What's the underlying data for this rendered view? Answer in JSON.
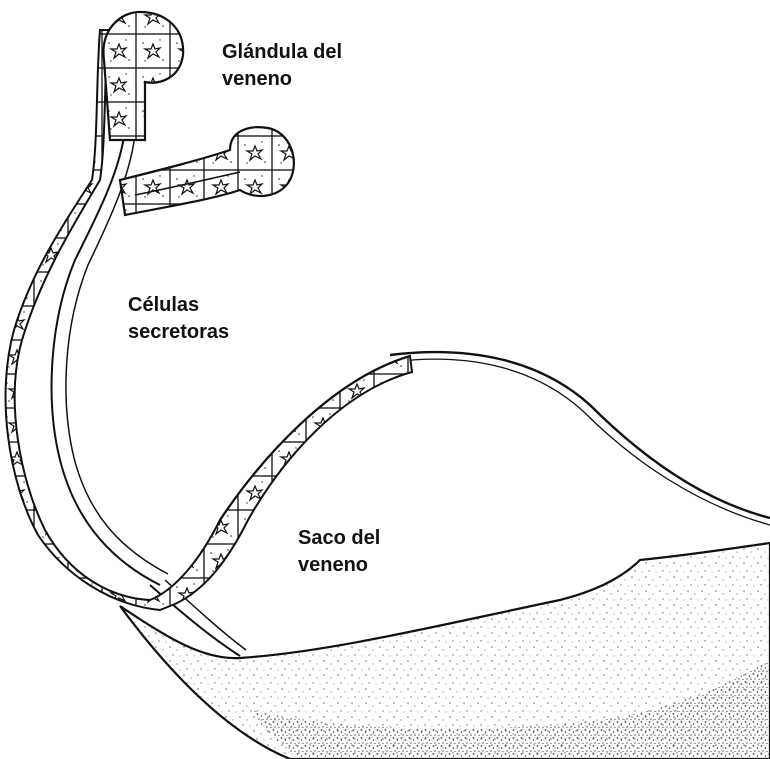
{
  "labels": {
    "venom_gland": {
      "line1": "Glándula del",
      "line2": "veneno"
    },
    "secretory_cells": {
      "line1": "Células",
      "line2": "secretoras"
    },
    "venom_sac": {
      "line1": "Saco del",
      "line2": "veneno"
    }
  },
  "colors": {
    "ink": "#111111",
    "background": "#ffffff"
  }
}
